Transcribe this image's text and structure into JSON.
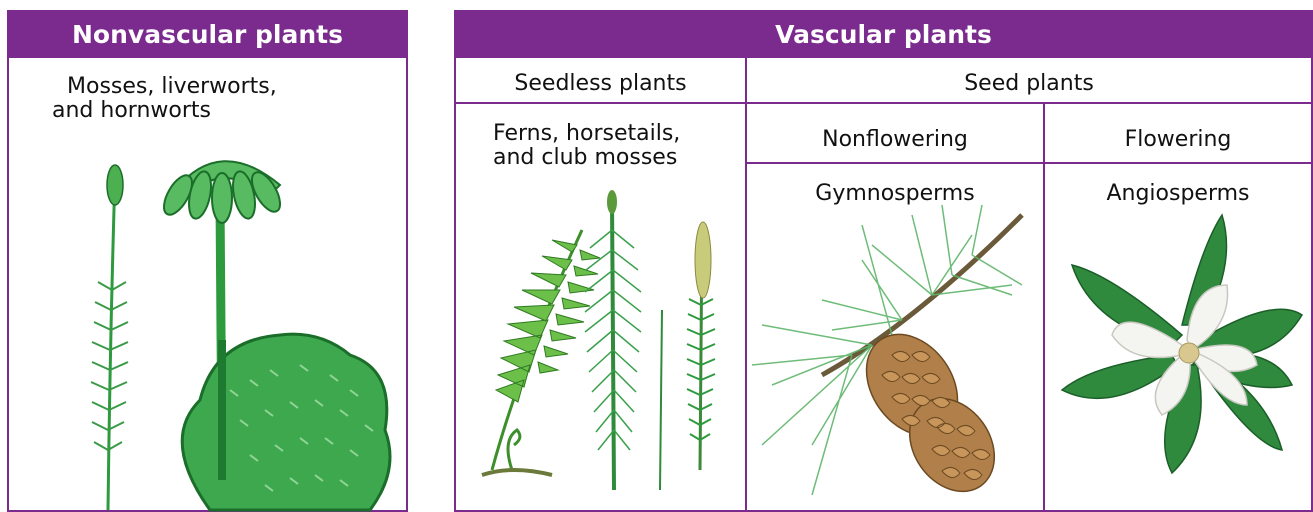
{
  "nonvascular": {
    "header": "Nonvascular plants",
    "caption_line1": "Mosses, liverworts,",
    "caption_line2": "and hornworts",
    "illustration_icon": "moss-liverwort-hornwort-illustration"
  },
  "vascular": {
    "header": "Vascular plants",
    "seedless": {
      "label": "Seedless plants",
      "caption_line1": "Ferns, horsetails,",
      "caption_line2": "and club mosses",
      "illustration_icon": "fern-horsetail-clubmoss-illustration"
    },
    "seed": {
      "label": "Seed plants",
      "nonflowering": {
        "label": "Nonflowering",
        "group": "Gymnosperms",
        "illustration_icon": "pine-cone-illustration"
      },
      "flowering": {
        "label": "Flowering",
        "group": "Angiosperms",
        "illustration_icon": "magnolia-flower-illustration"
      }
    }
  },
  "colors": {
    "accent": "#7b2a8e",
    "plant_green": "#2e9a3e",
    "cone_brown": "#a07444",
    "petal_white": "#f4f4f0"
  }
}
